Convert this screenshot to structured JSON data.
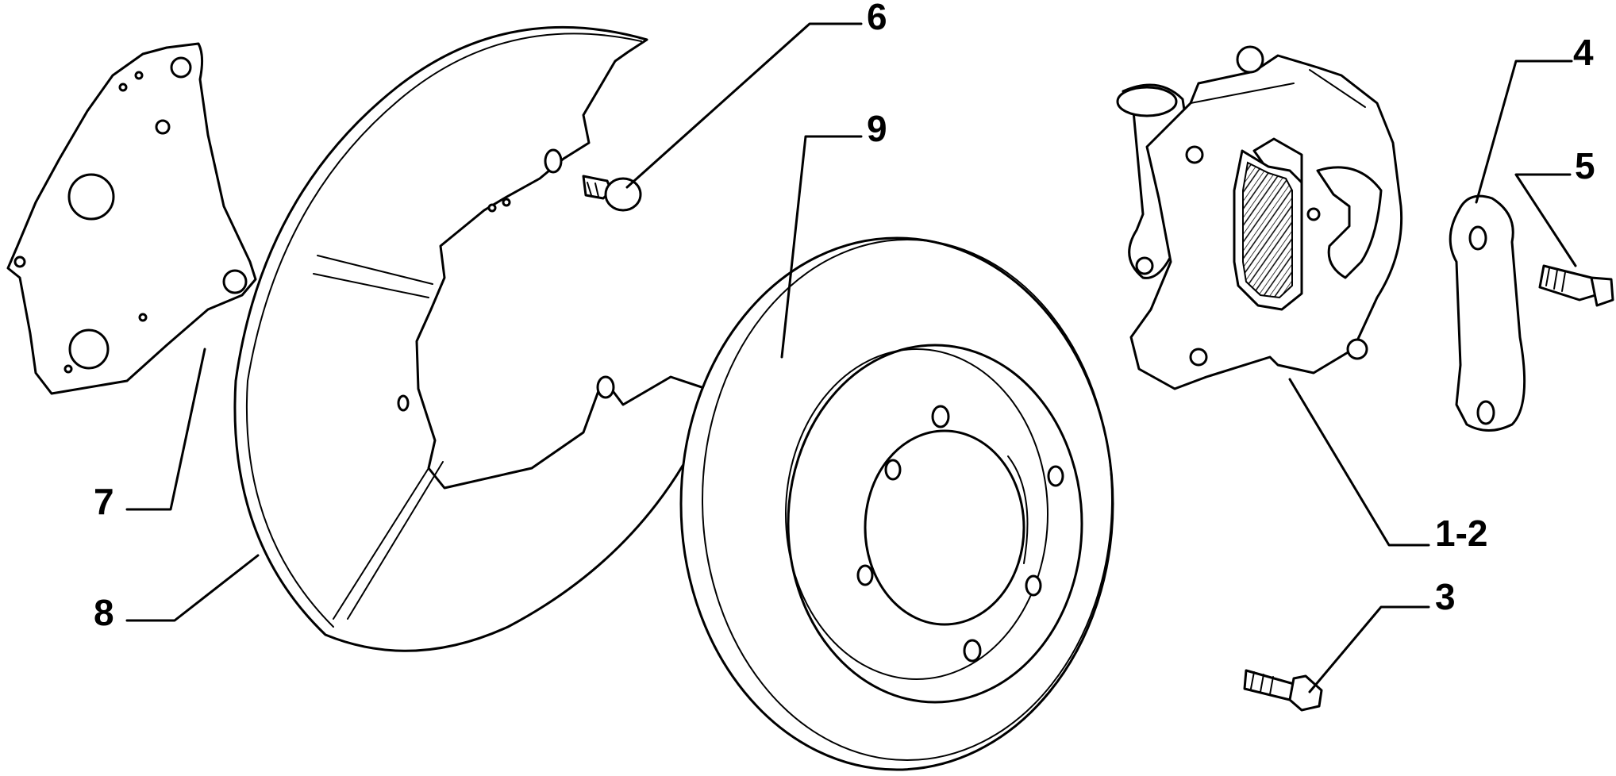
{
  "diagram": {
    "callouts": [
      {
        "id": "c1",
        "label": "1-2"
      },
      {
        "id": "c3",
        "label": "3"
      },
      {
        "id": "c4",
        "label": "4"
      },
      {
        "id": "c5",
        "label": "5"
      },
      {
        "id": "c6",
        "label": "6"
      },
      {
        "id": "c7",
        "label": "7"
      },
      {
        "id": "c8",
        "label": "8"
      },
      {
        "id": "c9",
        "label": "9"
      }
    ]
  }
}
